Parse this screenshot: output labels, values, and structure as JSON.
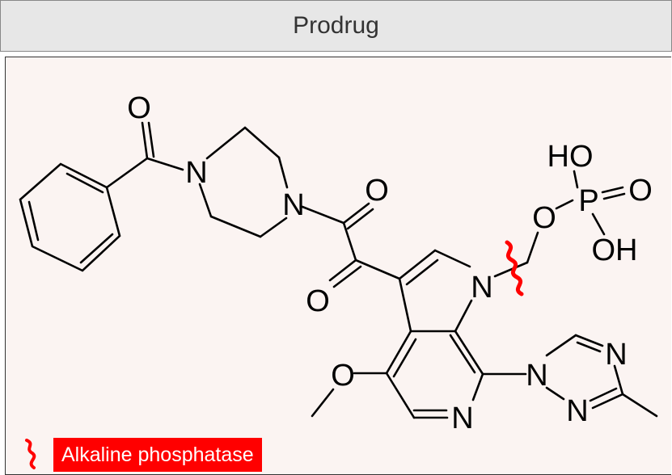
{
  "header": {
    "title": "Prodrug"
  },
  "atoms": {
    "o_benzoyl": "O",
    "n_pip1": "N",
    "n_pip2": "N",
    "o_oxo1": "O",
    "o_oxo2": "O",
    "n_pyrrole": "N",
    "ho": "HO",
    "p": "P",
    "o_double_p": "O",
    "o_ester": "O",
    "oh": "OH",
    "n_tri1": "N",
    "n_tri_top": "N",
    "n_tri_bottom": "N",
    "n_pyridine": "N",
    "o_methoxy": "O"
  },
  "legend": {
    "label": "Alkaline phosphatase",
    "icon": "cleavage-squiggle-icon"
  },
  "colors": {
    "cleavage": "#ff0000",
    "panel_bg": "#fbf4f2",
    "header_bg": "#e7e7e7"
  }
}
